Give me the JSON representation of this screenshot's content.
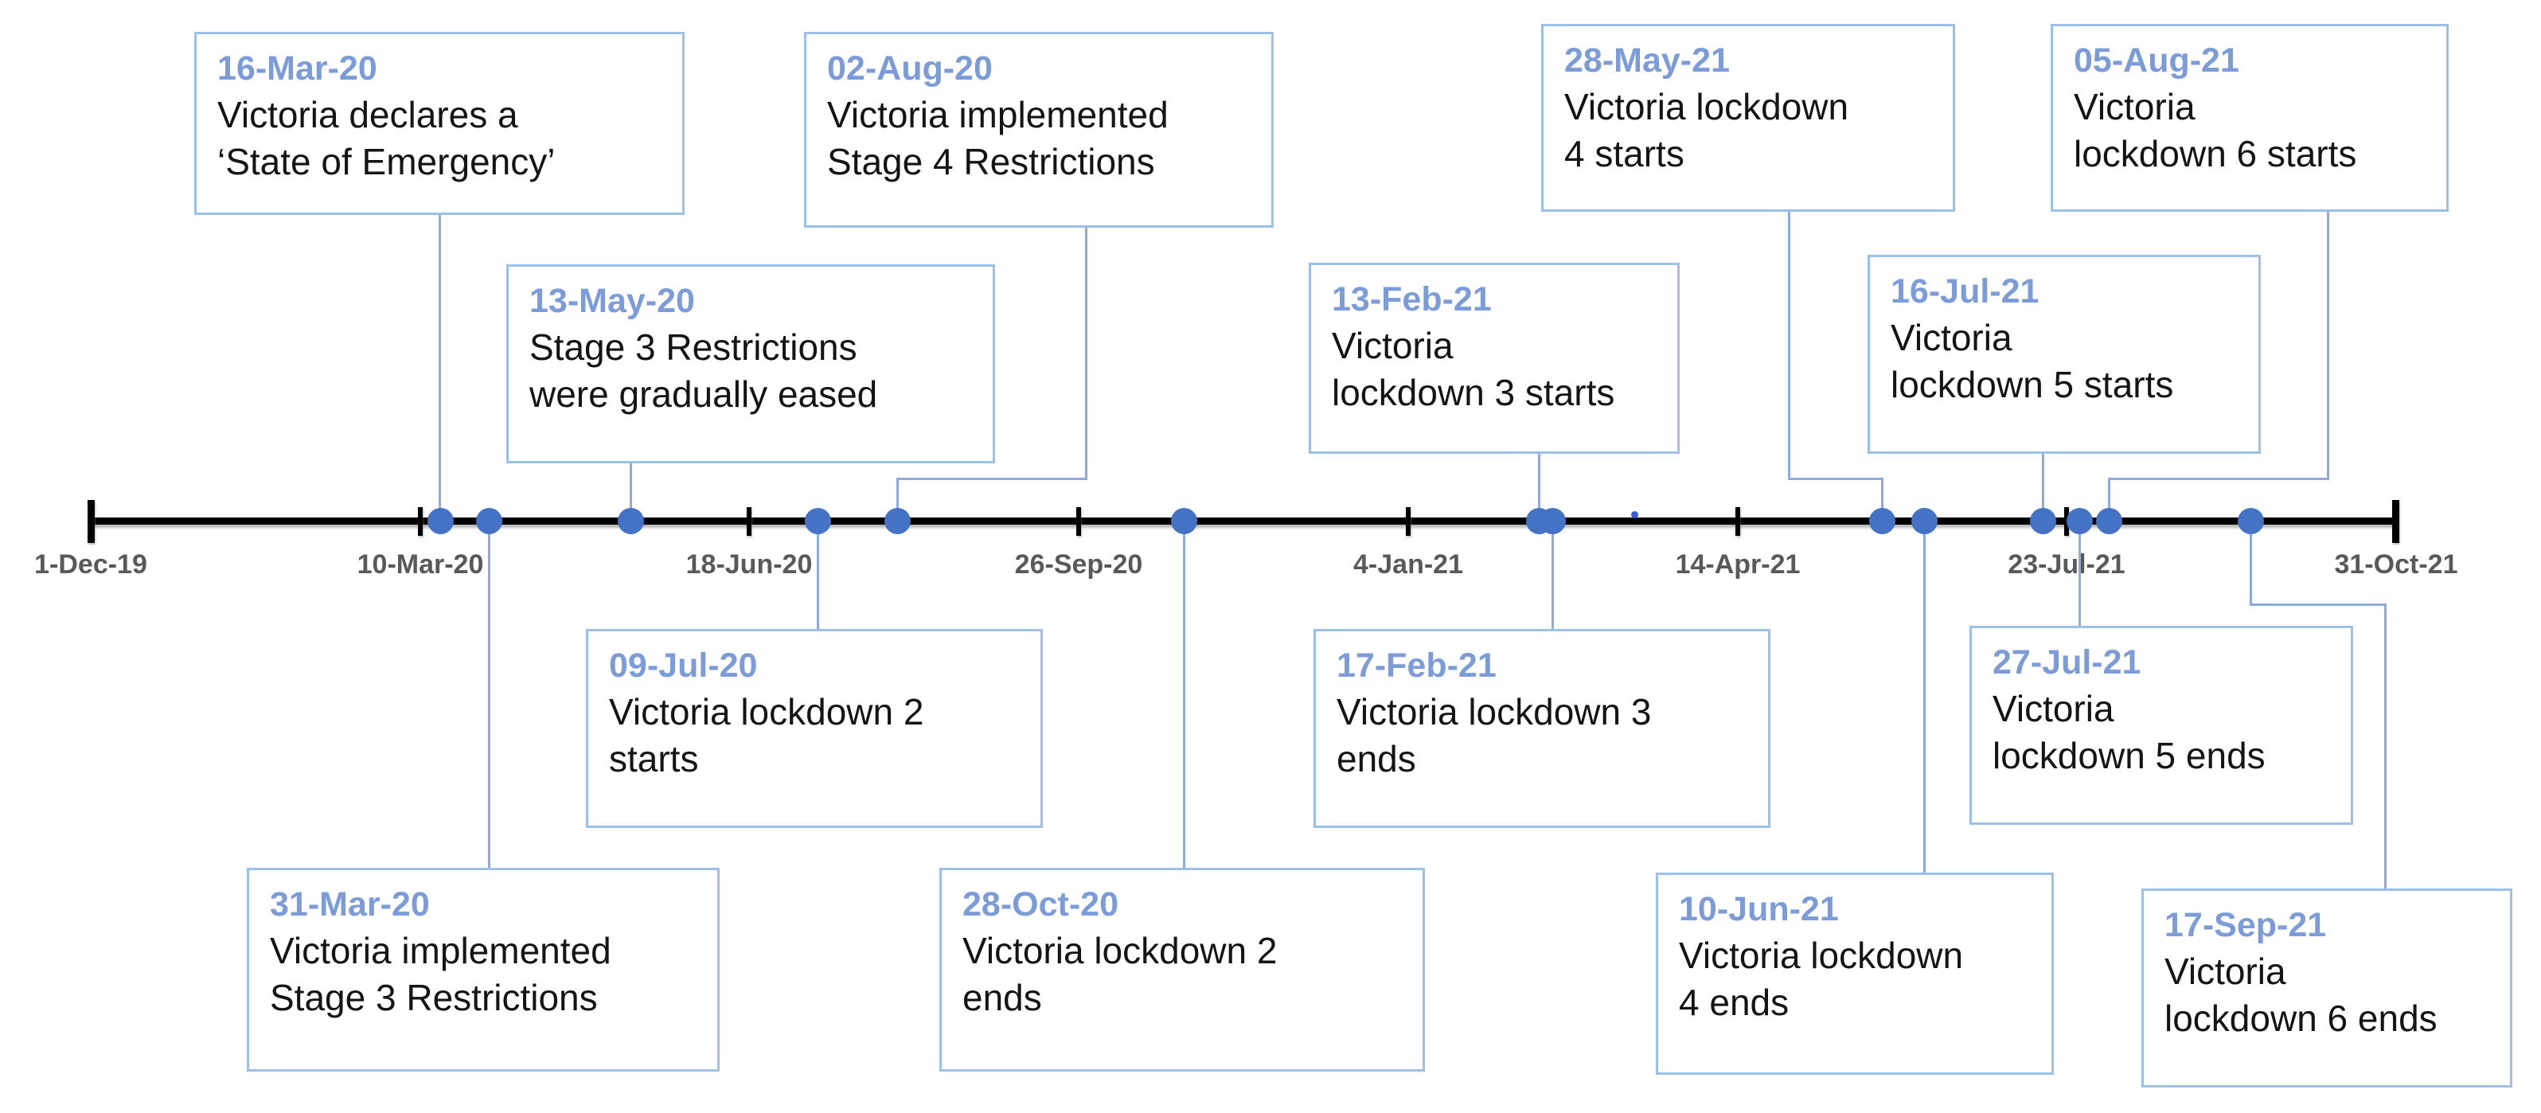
{
  "title": "Victoria COVID-19 lockdown timeline",
  "colors": {
    "marker": "#4472C4",
    "connector": "#8FAADC",
    "box_border": "#9CC0E7",
    "date_text": "#7B9CD8",
    "body_text": "#141414",
    "axis_line": "#000000",
    "axis_label_text": "#595959"
  },
  "axis": {
    "ticks": [
      "1-Dec-19",
      "10-Mar-20",
      "18-Jun-20",
      "26-Sep-20",
      "4-Jan-21",
      "14-Apr-21",
      "23-Jul-21",
      "31-Oct-21"
    ]
  },
  "events": [
    {
      "date": "16-Mar-20",
      "side": "above",
      "lines": [
        "Victoria declares a",
        "‘State of Emergency’"
      ]
    },
    {
      "date": "31-Mar-20",
      "side": "below",
      "lines": [
        "Victoria implemented",
        "Stage 3 Restrictions"
      ]
    },
    {
      "date": "13-May-20",
      "side": "above",
      "lines": [
        "Stage 3 Restrictions",
        "were gradually eased"
      ]
    },
    {
      "date": "09-Jul-20",
      "side": "below",
      "lines": [
        "Victoria lockdown 2",
        "starts"
      ]
    },
    {
      "date": "02-Aug-20",
      "side": "above",
      "lines": [
        "Victoria implemented",
        "Stage 4 Restrictions"
      ]
    },
    {
      "date": "28-Oct-20",
      "side": "below",
      "lines": [
        "Victoria lockdown 2",
        "ends"
      ]
    },
    {
      "date": "13-Feb-21",
      "side": "above",
      "lines": [
        "Victoria",
        "lockdown 3 starts"
      ]
    },
    {
      "date": "17-Feb-21",
      "side": "below",
      "lines": [
        "Victoria lockdown 3",
        "ends"
      ]
    },
    {
      "date": "28-May-21",
      "side": "above",
      "lines": [
        "Victoria lockdown",
        "4 starts"
      ]
    },
    {
      "date": "10-Jun-21",
      "side": "below",
      "lines": [
        "Victoria lockdown",
        "4 ends"
      ]
    },
    {
      "date": "16-Jul-21",
      "side": "above",
      "lines": [
        "Victoria",
        "lockdown 5 starts"
      ]
    },
    {
      "date": "27-Jul-21",
      "side": "below",
      "lines": [
        "Victoria",
        "lockdown 5 ends"
      ]
    },
    {
      "date": "05-Aug-21",
      "side": "above",
      "lines": [
        "Victoria",
        "lockdown 6 starts"
      ]
    },
    {
      "date": "17-Sep-21",
      "side": "below",
      "lines": [
        "Victoria",
        "lockdown 6 ends"
      ]
    }
  ]
}
